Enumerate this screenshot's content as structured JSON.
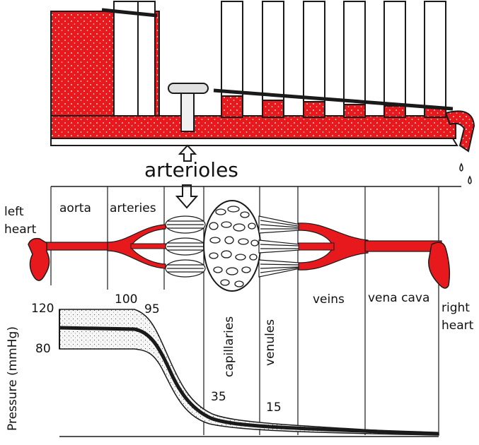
{
  "title": "arterioles",
  "colors": {
    "blood": "#e8191d",
    "ink": "#1a1a1a",
    "stipple": "#f2f2f2"
  },
  "segments": {
    "aorta": "aorta",
    "arteries": "arteries",
    "capillaries": "capillaries",
    "venules": "venules",
    "veins": "veins",
    "vena_cava": "vena cava"
  },
  "heart": {
    "left": [
      "left",
      "heart"
    ],
    "right": [
      "right",
      "heart"
    ]
  },
  "pressure_axis": {
    "label": "Pressure (mmHg)",
    "ticks": [
      "120",
      "80"
    ]
  },
  "pressure_values": [
    "100",
    "95",
    "35",
    "15"
  ],
  "icons": {
    "up_arrow": "hollow-up-arrow-icon",
    "down_arrow": "hollow-down-arrow-icon"
  }
}
